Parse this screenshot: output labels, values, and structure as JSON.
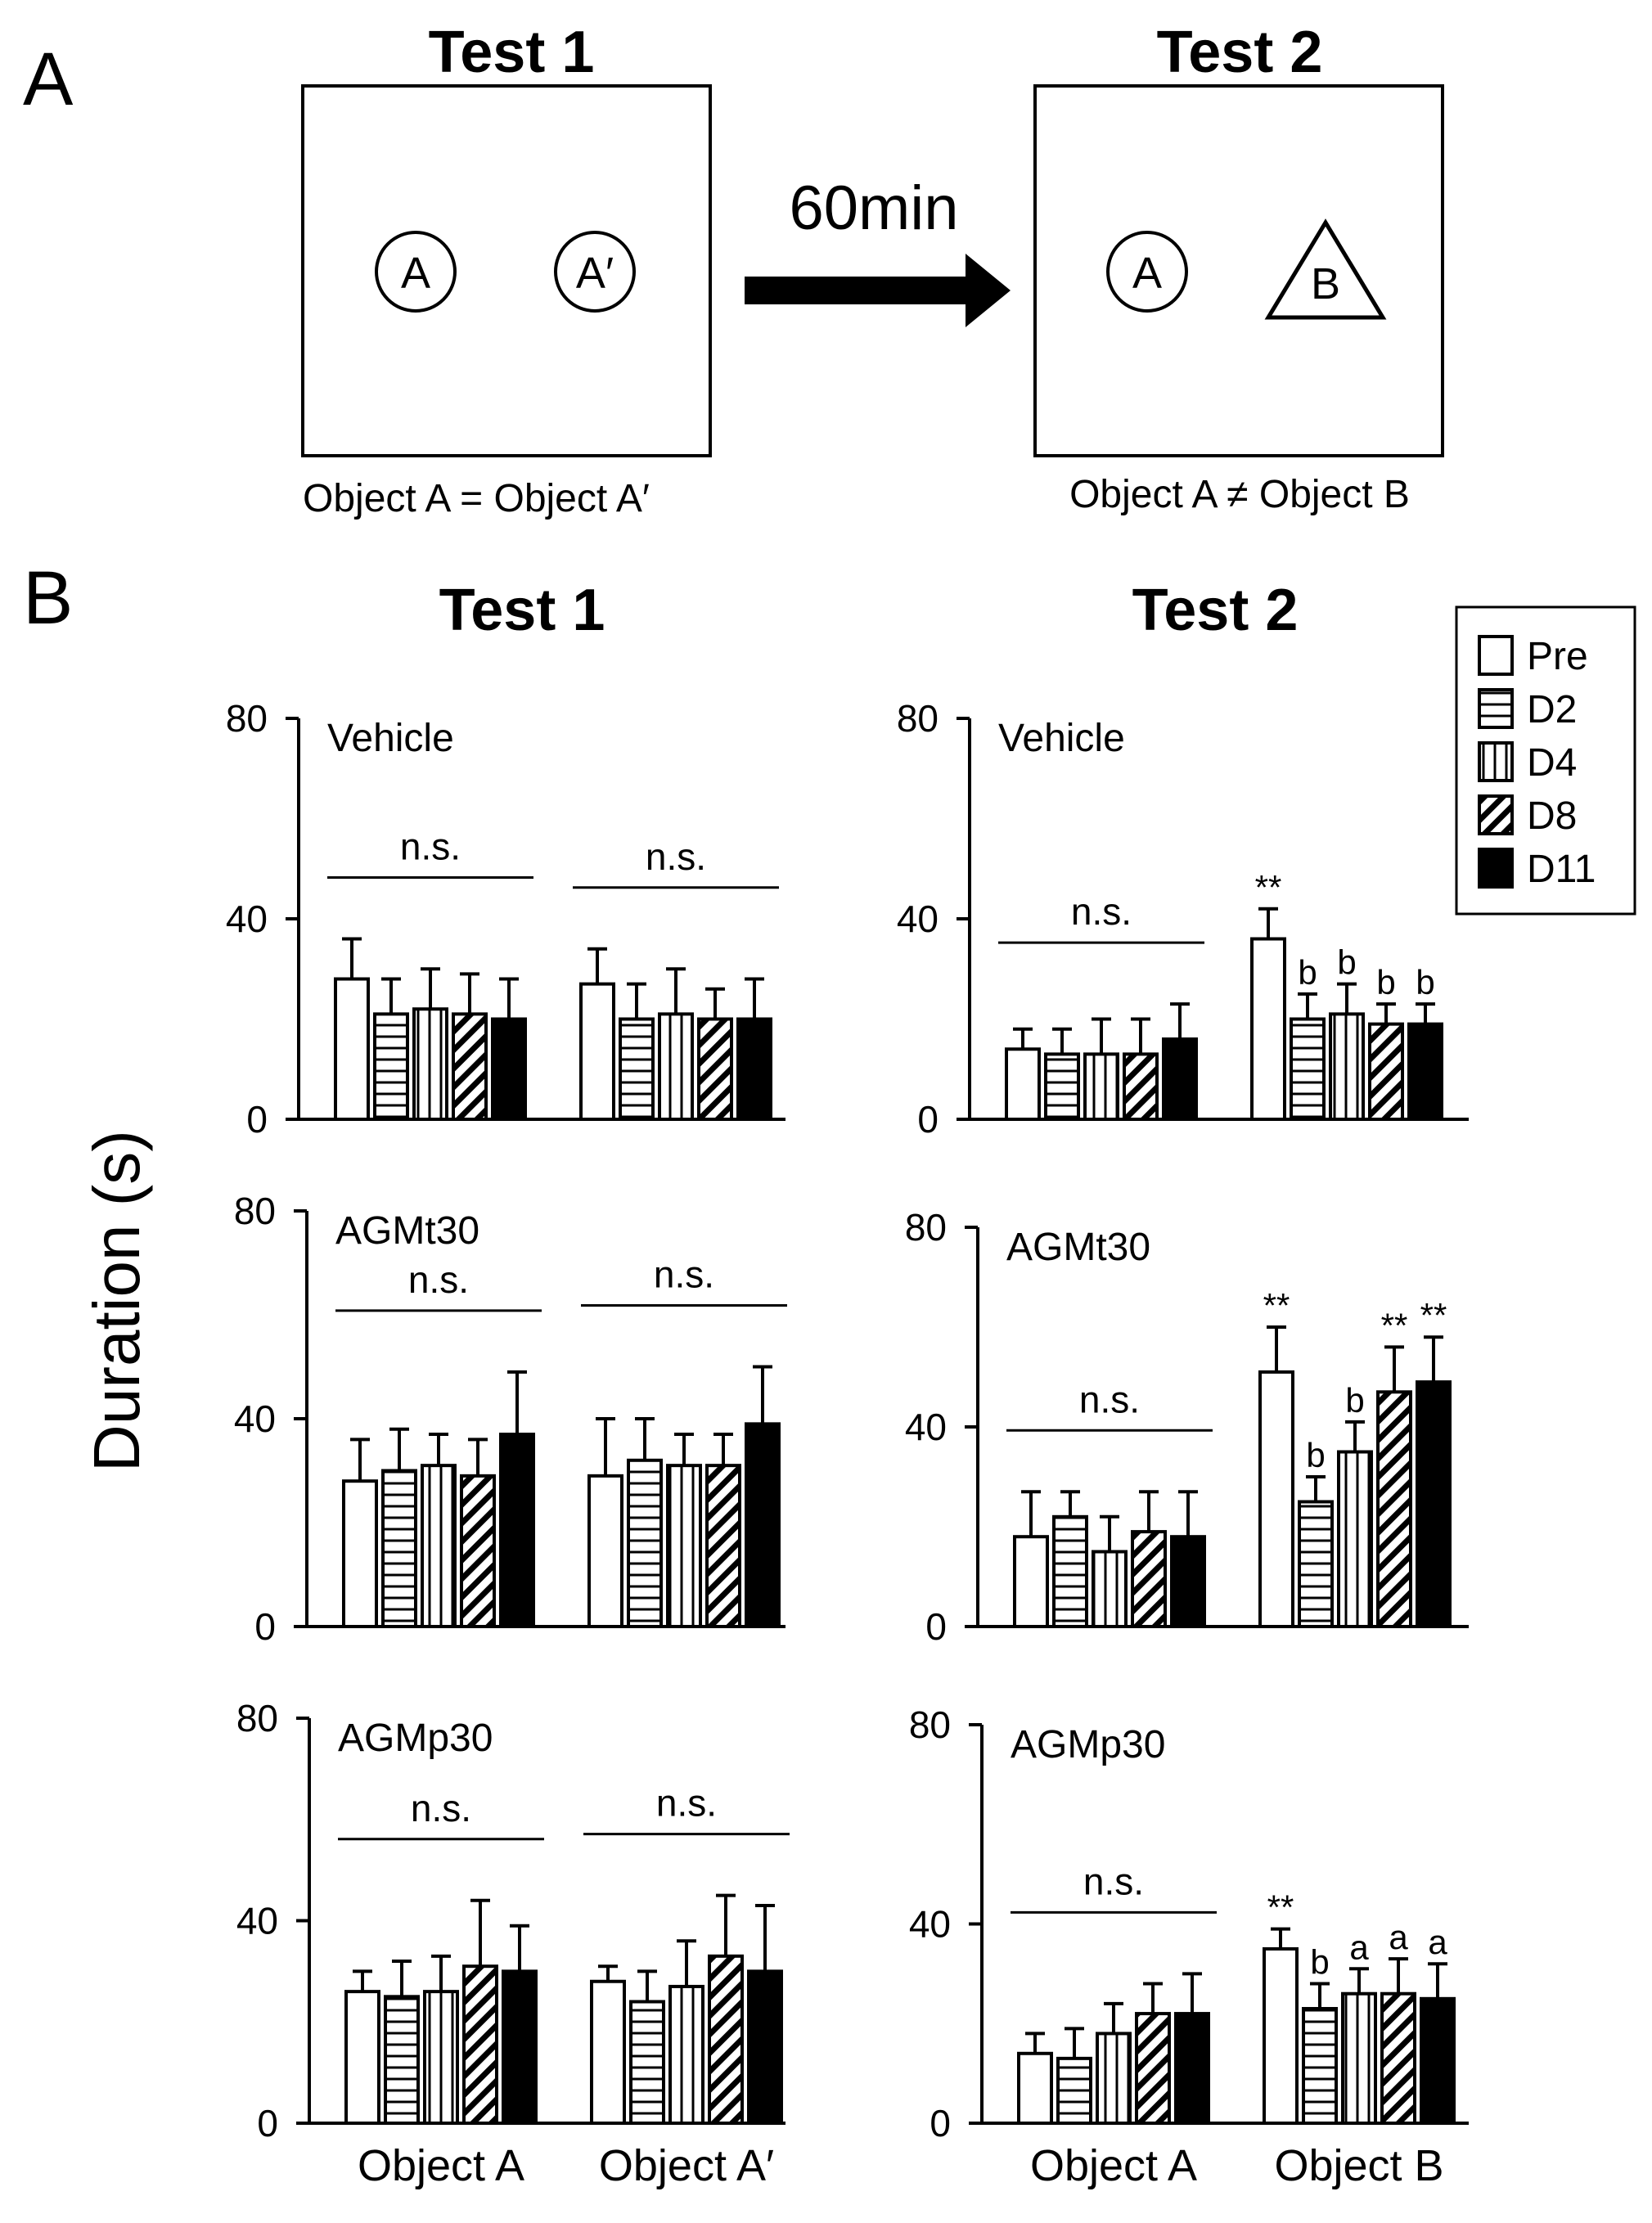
{
  "panel_a": {
    "letter": "A",
    "test1": {
      "title": "Test 1",
      "caption": "Object A = Object A′",
      "objects": [
        "A",
        "A′"
      ]
    },
    "test2": {
      "title": "Test 2",
      "caption": "Object A ≠ Object B",
      "objects": [
        "A",
        "B"
      ]
    },
    "interval": "60min"
  },
  "panel_b": {
    "letter": "B",
    "col_titles": [
      "Test 1",
      "Test 2"
    ],
    "ylabel": "Duration (s)",
    "legend": [
      "Pre",
      "D2",
      "D4",
      "D8",
      "D11"
    ]
  },
  "colors": {
    "bar_fill": "#ffffff",
    "d11_fill": "#000000",
    "stroke": "#000000"
  },
  "chart_data": [
    {
      "type": "bar",
      "title": "Vehicle",
      "column": "Test 1",
      "categories": [
        "Object A",
        "Object A′"
      ],
      "series_names": [
        "Pre",
        "D2",
        "D4",
        "D8",
        "D11"
      ],
      "values": [
        [
          28,
          21,
          22,
          21,
          20
        ],
        [
          27,
          20,
          21,
          20,
          20
        ]
      ],
      "errors": [
        [
          8,
          7,
          8,
          8,
          8
        ],
        [
          7,
          7,
          9,
          6,
          8
        ]
      ],
      "ylim": [
        0,
        80
      ],
      "yticks": [
        0,
        40,
        80
      ],
      "significance": [
        "n.s.",
        "n.s."
      ],
      "marks": [
        [
          "",
          "",
          "",
          "",
          ""
        ],
        [
          "",
          "",
          "",
          "",
          ""
        ]
      ]
    },
    {
      "type": "bar",
      "title": "Vehicle",
      "column": "Test 2",
      "categories": [
        "Object A",
        "Object B"
      ],
      "series_names": [
        "Pre",
        "D2",
        "D4",
        "D8",
        "D11"
      ],
      "values": [
        [
          14,
          13,
          13,
          13,
          16
        ],
        [
          36,
          20,
          21,
          19,
          19
        ]
      ],
      "errors": [
        [
          4,
          5,
          7,
          7,
          7
        ],
        [
          6,
          5,
          6,
          4,
          4
        ]
      ],
      "ylim": [
        0,
        80
      ],
      "yticks": [
        0,
        40,
        80
      ],
      "significance": [
        "n.s.",
        ""
      ],
      "marks": [
        [
          "",
          "",
          "",
          "",
          ""
        ],
        [
          "**",
          "b",
          "b",
          "b",
          "b"
        ]
      ]
    },
    {
      "type": "bar",
      "title": "AGMt30",
      "column": "Test 1",
      "categories": [
        "Object A",
        "Object A′"
      ],
      "series_names": [
        "Pre",
        "D2",
        "D4",
        "D8",
        "D11"
      ],
      "values": [
        [
          28,
          30,
          31,
          29,
          37
        ],
        [
          29,
          32,
          31,
          31,
          39
        ]
      ],
      "errors": [
        [
          8,
          8,
          6,
          7,
          12
        ],
        [
          11,
          8,
          6,
          6,
          11
        ]
      ],
      "ylim": [
        0,
        80
      ],
      "yticks": [
        0,
        40,
        80
      ],
      "significance": [
        "n.s.",
        "n.s."
      ],
      "marks": [
        [
          "",
          "",
          "",
          "",
          ""
        ],
        [
          "",
          "",
          "",
          "",
          ""
        ]
      ]
    },
    {
      "type": "bar",
      "title": "AGMt30",
      "column": "Test 2",
      "categories": [
        "Object A",
        "Object B"
      ],
      "series_names": [
        "Pre",
        "D2",
        "D4",
        "D8",
        "D11"
      ],
      "values": [
        [
          18,
          22,
          15,
          19,
          18
        ],
        [
          51,
          25,
          35,
          47,
          49
        ]
      ],
      "errors": [
        [
          9,
          5,
          7,
          8,
          9
        ],
        [
          9,
          5,
          6,
          9,
          9
        ]
      ],
      "ylim": [
        0,
        80
      ],
      "yticks": [
        0,
        40,
        80
      ],
      "significance": [
        "n.s.",
        ""
      ],
      "marks": [
        [
          "",
          "",
          "",
          "",
          ""
        ],
        [
          "**",
          "b",
          "b",
          "**",
          "**"
        ]
      ]
    },
    {
      "type": "bar",
      "title": "AGMp30",
      "column": "Test 1",
      "categories": [
        "Object A",
        "Object A′"
      ],
      "series_names": [
        "Pre",
        "D2",
        "D4",
        "D8",
        "D11"
      ],
      "values": [
        [
          26,
          25,
          26,
          31,
          30
        ],
        [
          28,
          24,
          27,
          33,
          30
        ]
      ],
      "errors": [
        [
          4,
          7,
          7,
          13,
          9
        ],
        [
          3,
          6,
          9,
          12,
          13
        ]
      ],
      "ylim": [
        0,
        80
      ],
      "yticks": [
        0,
        40,
        80
      ],
      "significance": [
        "n.s.",
        "n.s."
      ],
      "marks": [
        [
          "",
          "",
          "",
          "",
          ""
        ],
        [
          "",
          "",
          "",
          "",
          ""
        ]
      ]
    },
    {
      "type": "bar",
      "title": "AGMp30",
      "column": "Test 2",
      "categories": [
        "Object A",
        "Object B"
      ],
      "series_names": [
        "Pre",
        "D2",
        "D4",
        "D8",
        "D11"
      ],
      "values": [
        [
          14,
          13,
          18,
          22,
          22
        ],
        [
          35,
          23,
          26,
          26,
          25
        ]
      ],
      "errors": [
        [
          4,
          6,
          6,
          6,
          8
        ],
        [
          4,
          5,
          5,
          7,
          7
        ]
      ],
      "ylim": [
        0,
        80
      ],
      "yticks": [
        0,
        40,
        80
      ],
      "significance": [
        "n.s.",
        ""
      ],
      "marks": [
        [
          "",
          "",
          "",
          "",
          ""
        ],
        [
          "**",
          "b",
          "a",
          "a",
          "a"
        ]
      ]
    }
  ]
}
